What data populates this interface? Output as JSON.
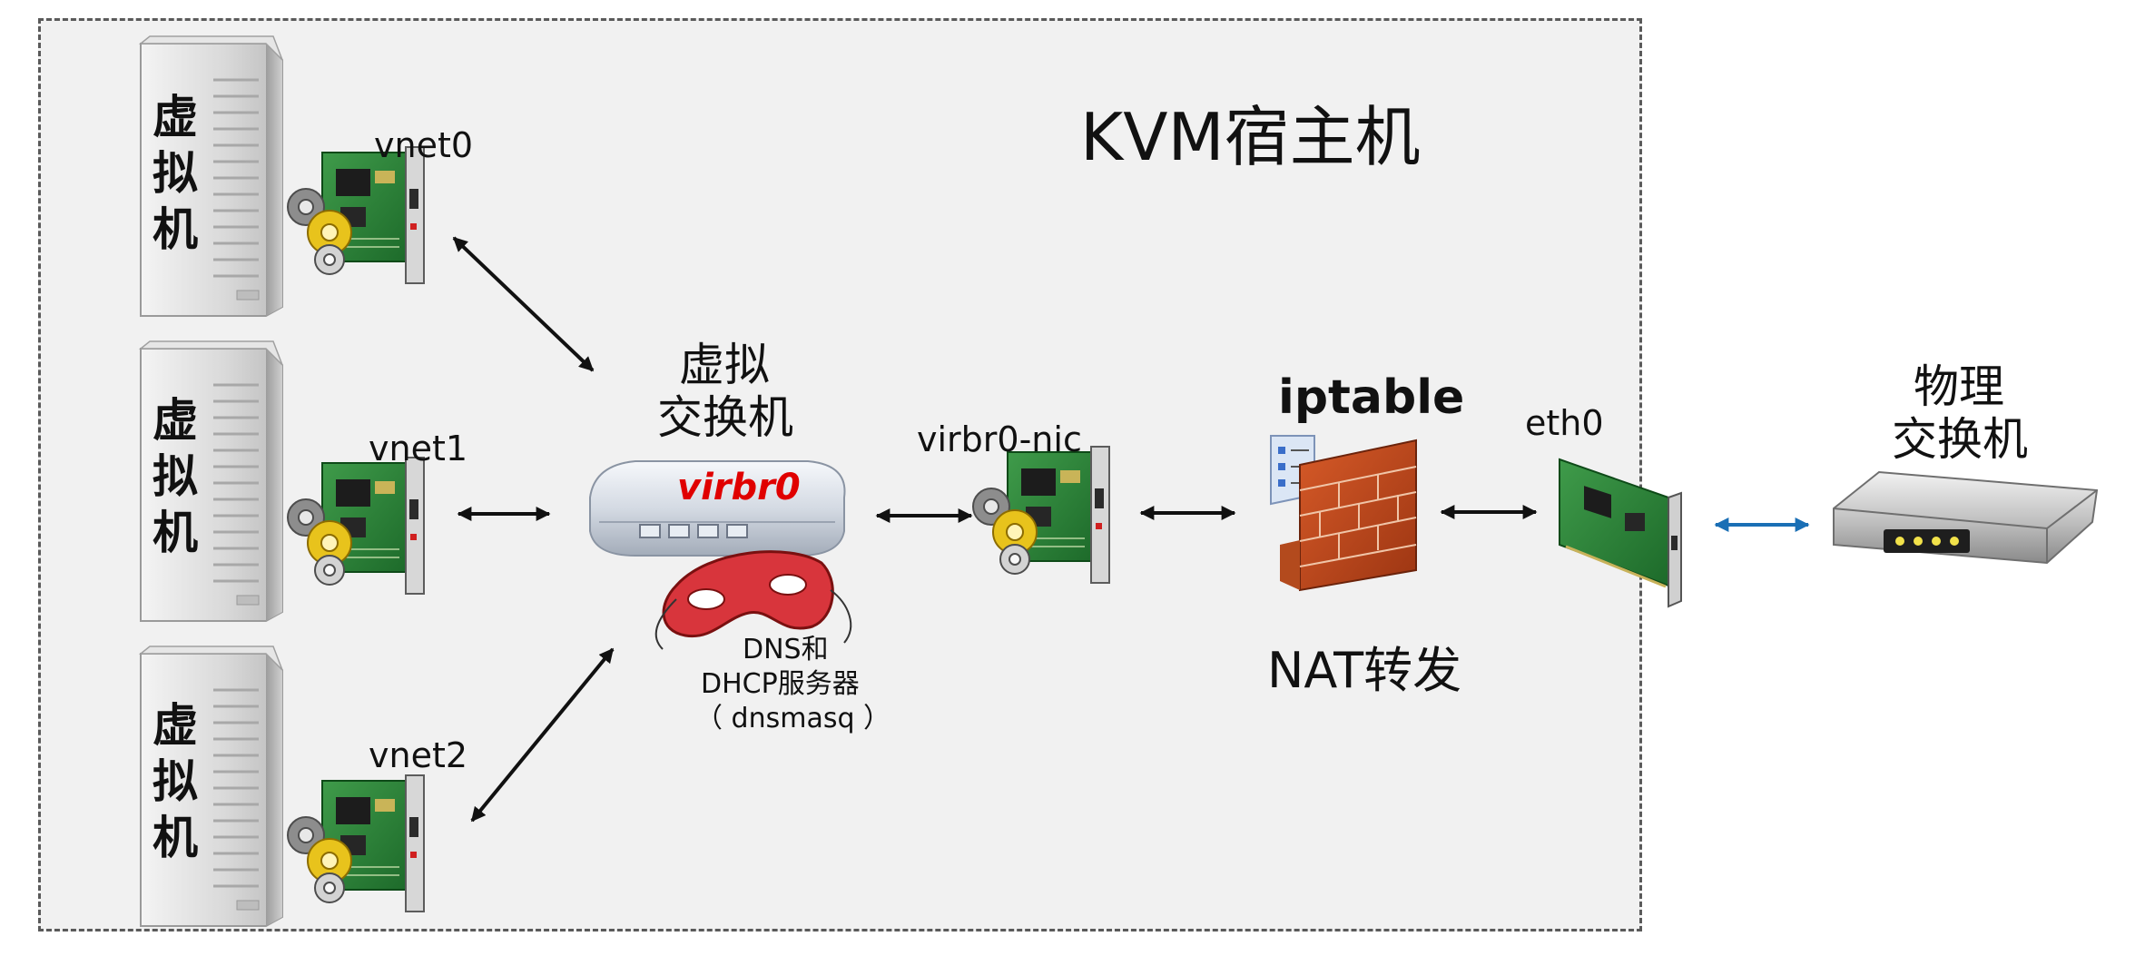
{
  "host": {
    "title": "KVM宿主机"
  },
  "vms": [
    {
      "label_chars": [
        "虚",
        "拟",
        "机"
      ],
      "nic": "vnet0"
    },
    {
      "label_chars": [
        "虚",
        "拟",
        "机"
      ],
      "nic": "vnet1"
    },
    {
      "label_chars": [
        "虚",
        "拟",
        "机"
      ],
      "nic": "vnet2"
    }
  ],
  "virtual_switch": {
    "title_line1": "虚拟",
    "title_line2": "交换机",
    "bridge": "virbr0"
  },
  "dnsmasq": {
    "line1": "DNS和",
    "line2": "DHCP服务器",
    "line3": "（ dnsmasq ）"
  },
  "bridge_nic": {
    "label": "virbr0-nic"
  },
  "firewall": {
    "label": "iptable",
    "caption": "NAT转发"
  },
  "physical_nic": {
    "label": "eth0"
  },
  "physical_switch": {
    "line1": "物理",
    "line2": "交换机"
  },
  "colors": {
    "vm_label": "#b00000",
    "bridge_label": "#e00000",
    "external_link": "#1a6fb5"
  }
}
